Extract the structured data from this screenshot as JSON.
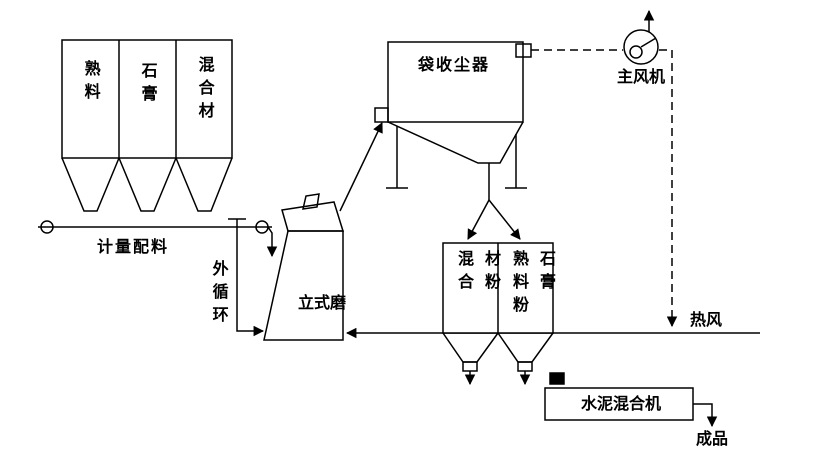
{
  "diagram": {
    "title": "cement grinding process flow diagram",
    "silos": [
      {
        "name": "clinker-silo",
        "label": "熟料"
      },
      {
        "name": "gypsum-silo",
        "label": "石膏"
      },
      {
        "name": "mixed-material-silo",
        "label": "混合材"
      }
    ],
    "conveyor": {
      "label": "计量配料"
    },
    "external_circulation": {
      "label": "外循环"
    },
    "mill": {
      "label": "立式磨"
    },
    "dust_collector": {
      "label": "袋收尘器"
    },
    "fan": {
      "label": "主风机"
    },
    "bins": [
      {
        "name": "mixed-material-powder-bin",
        "column1": "混合",
        "column2": "材粉"
      },
      {
        "name": "clinker-gypsum-powder-bin",
        "column1": "熟料粉",
        "column2": "石膏"
      }
    ],
    "mixer": {
      "label": "水泥混合机"
    },
    "hot_air": {
      "label": "热风"
    },
    "product": {
      "label": "成品"
    },
    "colors": {
      "line": "#000000",
      "background": "#ffffff",
      "text": "#000000"
    }
  }
}
